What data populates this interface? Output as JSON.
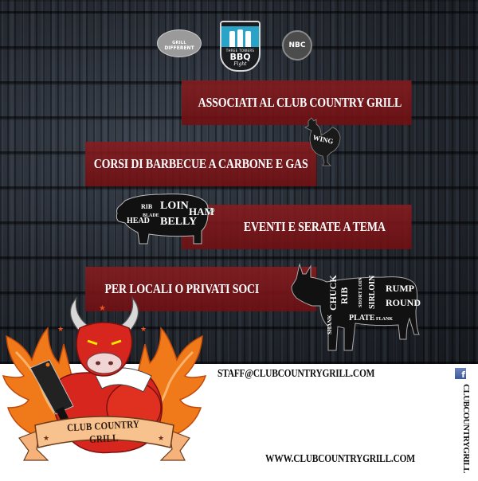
{
  "partners": [
    {
      "id": "grill-different",
      "line1": "GRILL",
      "line2": "DIFFERENT"
    },
    {
      "id": "three-towers-bbq",
      "line1": "THREE TOWERS",
      "line2": "BBQ",
      "line3": "Fight"
    },
    {
      "id": "nbc",
      "label": "NBC"
    }
  ],
  "banners": [
    {
      "text": "ASSOCIATI AL CLUB COUNTRY GRILL"
    },
    {
      "text": "CORSI DI BARBECUE A CARBONE E GAS"
    },
    {
      "text": "EVENTI E SERATE A TEMA"
    },
    {
      "text": "PER LOCALI O PRIVATI SOCI"
    }
  ],
  "meat_cuts": {
    "chicken": [
      "WING"
    ],
    "pig": [
      "HEAD",
      "RIB",
      "BLADE",
      "LOIN",
      "BELLY",
      "HAM"
    ],
    "cow": [
      "CHUCK",
      "RIB",
      "SHORT LOIN",
      "SIRLOIN",
      "RUMP",
      "ROUND",
      "PLATE",
      "FLANK",
      "SHANK"
    ]
  },
  "mascot": {
    "ribbon_text": "CLUB COUNTRY GRILL"
  },
  "contact": {
    "email": "STAFF@CLUBCOUNTRYGRILL.COM",
    "website": "WWW.CLUBCOUNTRYGRILL.COM",
    "facebook_icon": "f",
    "facebook_page": "CLUBCOUNTRYGRILL"
  },
  "colors": {
    "banner": "#821216",
    "background": "#1d2128",
    "footer": "#ffffff",
    "text_light": "#ffffff",
    "text_dark": "#111111",
    "facebook": "#3b5998",
    "bbq_badge": "#2aa3c9",
    "mascot_red": "#d7261e",
    "flame_orange": "#f07a1a"
  }
}
